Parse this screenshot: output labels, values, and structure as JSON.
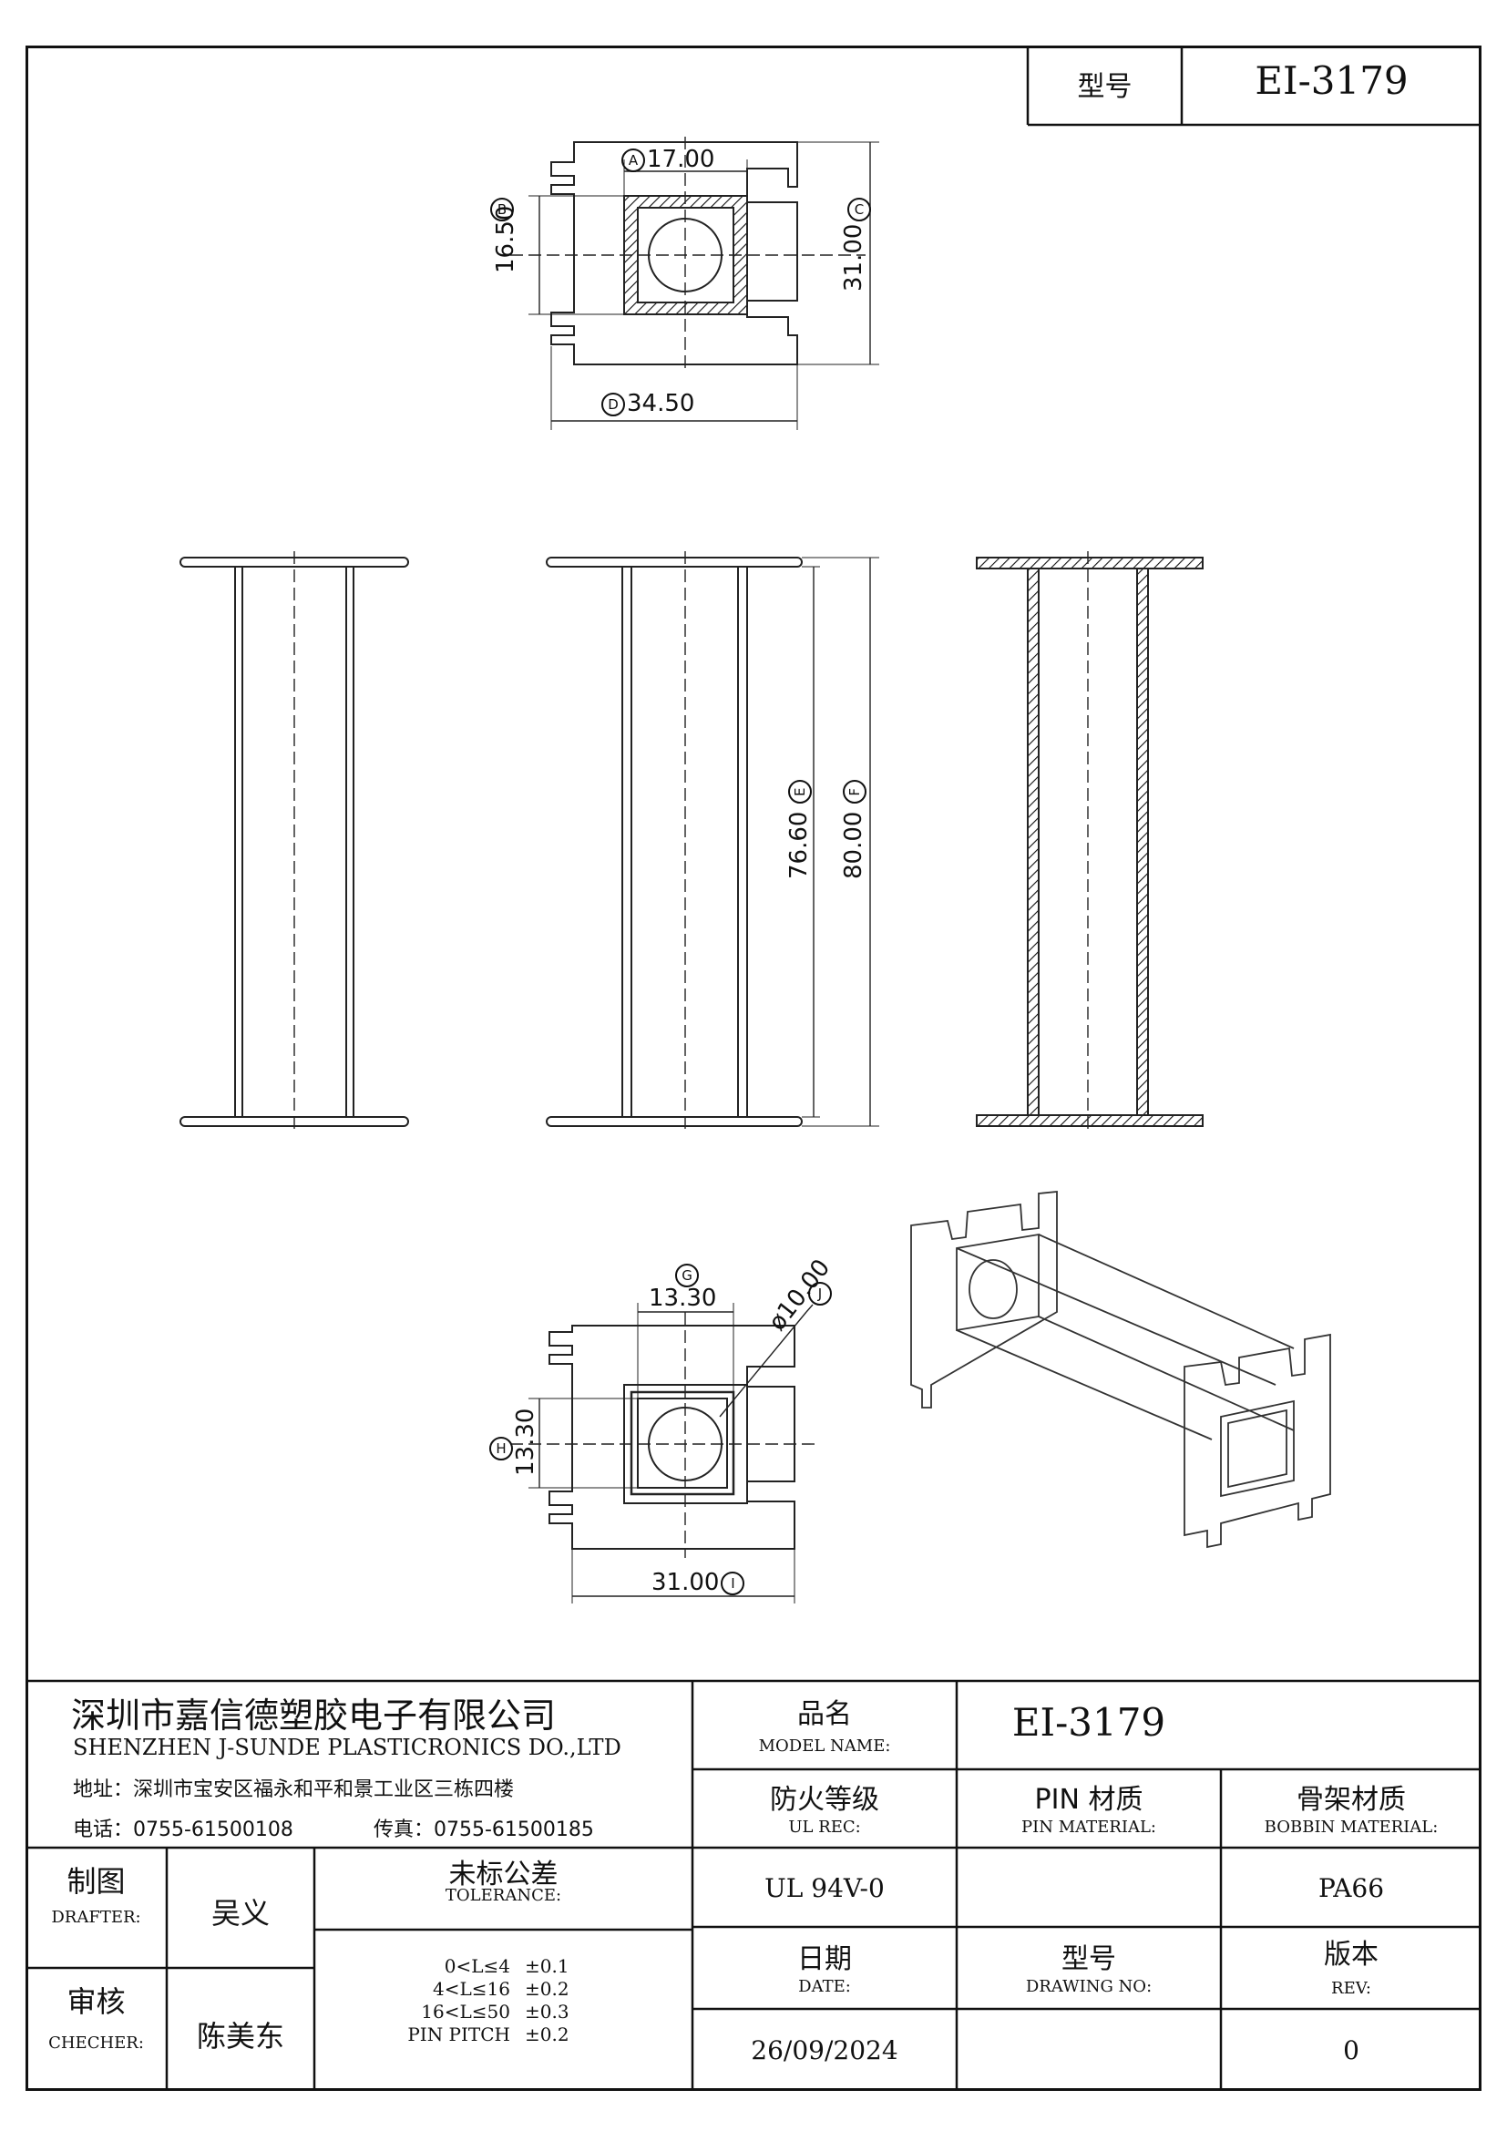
{
  "header": {
    "model_label": "型号",
    "model_value": "EI-3179"
  },
  "dimensions": {
    "a": "17.00",
    "b": "16.50",
    "c": "31.00",
    "d": "34.50",
    "e": "76.60",
    "f": "80.00",
    "g": "13.30",
    "h": "13.30",
    "i": "31.00",
    "j": "ø10.00"
  },
  "markers": {
    "a": "A",
    "b": "B",
    "c": "C",
    "d": "D",
    "e": "E",
    "f": "F",
    "g": "G",
    "h": "H",
    "i": "I",
    "j": "J"
  },
  "title_block": {
    "company_cn": "深圳市嘉信德塑胶电子有限公司",
    "company_en": "SHENZHEN J-SUNDE PLASTICRONICS DO.,LTD",
    "address": "地址：深圳市宝安区福永和平和景工业区三栋四楼",
    "phone": "电话：0755-61500108",
    "fax": "传真：0755-61500185",
    "model_name_cn": "品名",
    "model_name_en": "MODEL NAME:",
    "model_name_value": "EI-3179",
    "ul_cn": "防火等级",
    "ul_en": "UL REC:",
    "ul_value": "UL 94V-0",
    "pin_cn": "PIN 材质",
    "pin_en": "PIN MATERIAL:",
    "pin_value": "",
    "bobbin_cn": "骨架材质",
    "bobbin_en": "BOBBIN MATERIAL:",
    "bobbin_value": "PA66",
    "drafter_cn": "制图",
    "drafter_en": "DRAFTER:",
    "drafter_name": "吴义",
    "checker_cn": "审核",
    "checker_en": "CHECHER:",
    "checker_name": "陈美东",
    "tolerance_cn": "未标公差",
    "tolerance_en": "TOLERANCE:",
    "tolerances": [
      {
        "range": "0<L≤4",
        "value": "±0.1"
      },
      {
        "range": "4<L≤16",
        "value": "±0.2"
      },
      {
        "range": "16<L≤50",
        "value": "±0.3"
      },
      {
        "range": "PIN PITCH",
        "value": "±0.2"
      }
    ],
    "date_cn": "日期",
    "date_en": "DATE:",
    "date_value": "26/09/2024",
    "drawing_cn": "型号",
    "drawing_en": "DRAWING NO:",
    "drawing_value": "",
    "rev_cn": "版本",
    "rev_en": "REV:",
    "rev_value": "0"
  }
}
